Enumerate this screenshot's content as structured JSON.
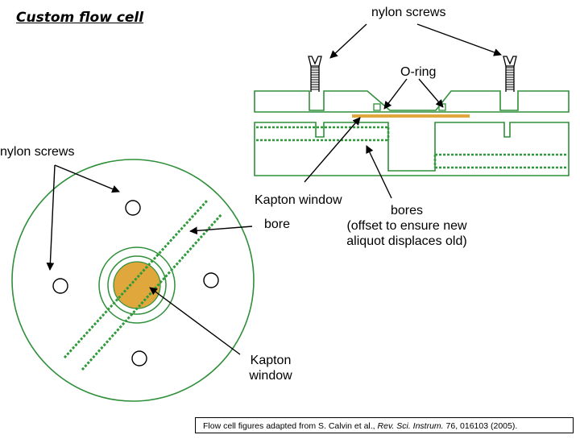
{
  "title": "Custom flow cell",
  "labels": {
    "nylon_screws_top": "nylon screws",
    "o_ring": "O-ring",
    "nylon_screws_left": "nylon screws",
    "kapton_window_top": "Kapton window",
    "bore_top": "bore",
    "bores_line1": "bores",
    "bores_line2": "(offset to ensure new",
    "bores_line3": "aliquot displaces old)",
    "kapton_window_bottom_line1": "Kapton",
    "kapton_window_bottom_line2": "window"
  },
  "caption": {
    "prefix": "Flow cell figures adapted from S. Calvin et al., ",
    "journal": "Rev. Sci. Instrum.",
    "suffix": " 76, 016103 (2005)."
  },
  "colors": {
    "kapton": "#e0a83c",
    "bore": "#2f9a3a",
    "line": "#2f8f3a"
  }
}
